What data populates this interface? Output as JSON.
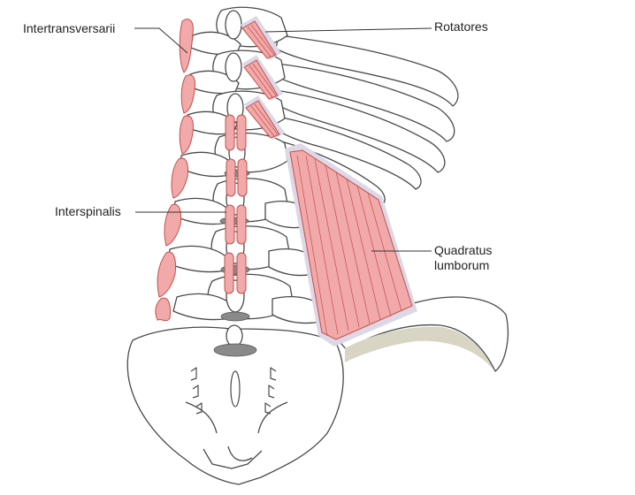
{
  "labels": {
    "intertransversarii": "Intertransversarii",
    "rotatores": "Rotatores",
    "interspinalis": "Interspinalis",
    "quadratus_line1": "Quadratus",
    "quadratus_line2": "lumborum"
  },
  "colors": {
    "bone_fill": "#ffffff",
    "bone_stroke": "#4a4a4a",
    "muscle_fill": "#f2a9a9",
    "muscle_stroke": "#c0504d",
    "fascia": "#ddd7e6",
    "disc": "#8a8a8a",
    "iliac_shadow": "#d9d5c4",
    "leader": "#333333"
  }
}
